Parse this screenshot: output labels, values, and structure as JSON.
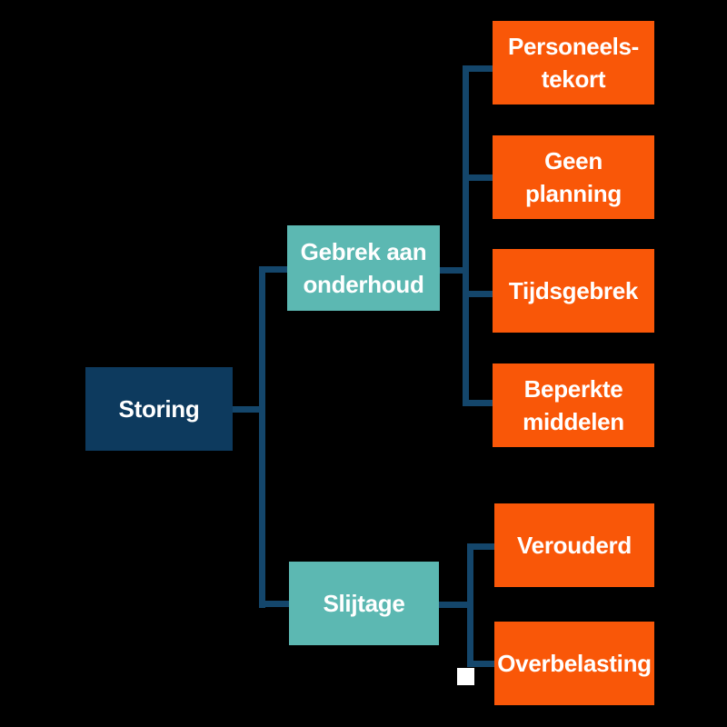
{
  "colors": {
    "background": "#000000",
    "root_box": "#0d3a5e",
    "branch_box": "#5cb8b2",
    "cause_box": "#f95708",
    "connector": "#14466b",
    "text": "#ffffff",
    "artifact_square": "#ffffff"
  },
  "diagram": {
    "root": {
      "label": "Storing"
    },
    "branches": [
      {
        "line1": "Gebrek aan",
        "line2": "onderhoud"
      },
      {
        "line1": "Slijtage"
      }
    ],
    "maintenance_causes": [
      {
        "line1": "Personeels-",
        "line2": "tekort"
      },
      {
        "line1": "Geen",
        "line2": "planning"
      },
      {
        "line1": "Tijdsgebrek"
      },
      {
        "line1": "Beperkte",
        "line2": "middelen"
      }
    ],
    "wear_causes": [
      {
        "line1": "Verouderd"
      },
      {
        "line1": "Overbelasting"
      }
    ]
  }
}
